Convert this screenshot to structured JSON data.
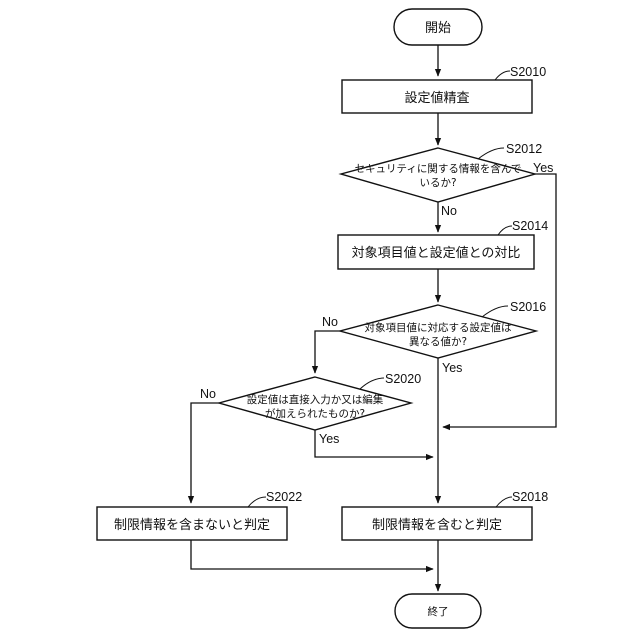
{
  "nodes": {
    "start": {
      "label": "開始"
    },
    "s2010": {
      "step": "S2010",
      "label": "設定値精査"
    },
    "s2012": {
      "step": "S2012",
      "line1": "セキュリティに関する情報を含んで",
      "line2": "いるか?"
    },
    "s2014": {
      "step": "S2014",
      "label": "対象項目値と設定値との対比"
    },
    "s2016": {
      "step": "S2016",
      "line1": "対象項目値に対応する設定値は",
      "line2": "異なる値か?"
    },
    "s2020": {
      "step": "S2020",
      "line1": "設定値は直接入力か又は編集",
      "line2": "が加えられたものか?"
    },
    "s2022": {
      "step": "S2022",
      "label": "制限情報を含まないと判定"
    },
    "s2018": {
      "step": "S2018",
      "label": "制限情報を含むと判定"
    },
    "end": {
      "label": "終了"
    }
  },
  "branches": {
    "s2012_yes": "Yes",
    "s2012_no": "No",
    "s2016_yes": "Yes",
    "s2016_no": "No",
    "s2020_yes": "Yes",
    "s2020_no": "No"
  }
}
